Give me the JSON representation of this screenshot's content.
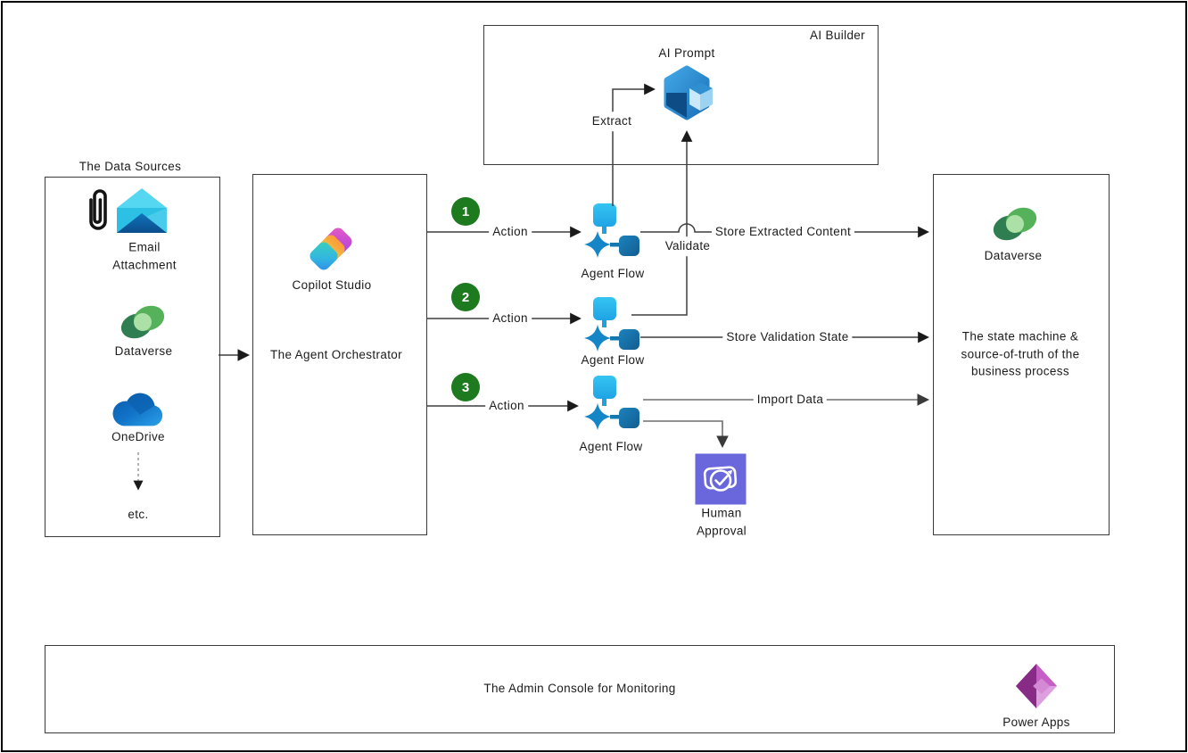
{
  "diagram": {
    "ai_builder": {
      "title": "AI Builder",
      "node_label": "AI Prompt"
    },
    "edge_labels": {
      "extract": "Extract",
      "validate": "Validate"
    },
    "data_sources": {
      "title": "The Data Sources",
      "items": [
        {
          "label": "Email Attachment",
          "icon": "email-attachment-icon"
        },
        {
          "label": "Dataverse",
          "icon": "dataverse-icon"
        },
        {
          "label": "OneDrive",
          "icon": "onedrive-icon"
        },
        {
          "label": "etc.",
          "icon": "ellipsis-arrow"
        }
      ]
    },
    "copilot": {
      "product": "Copilot Studio",
      "role": "The Agent Orchestrator",
      "icon": "copilot-studio-icon"
    },
    "flows": [
      {
        "badge": "1",
        "action": "Action",
        "node": "Agent Flow",
        "edge": "Store Extracted Content"
      },
      {
        "badge": "2",
        "action": "Action",
        "node": "Agent Flow",
        "edge": "Store Validation State"
      },
      {
        "badge": "3",
        "action": "Action",
        "node": "Agent Flow",
        "edge": "Import Data"
      }
    ],
    "human_approval": {
      "label": "Human Approval",
      "icon": "approvals-icon"
    },
    "dataverse_store": {
      "product": "Dataverse",
      "role": "The state machine & source-of-truth of the business process",
      "icon": "dataverse-icon"
    },
    "admin_console": {
      "title": "The Admin Console for Monitoring",
      "product": "Power Apps",
      "icon": "power-apps-icon"
    },
    "colors": {
      "badge_green": "#1E7A1E",
      "approval_purple": "#6A66DB",
      "power_apps_purple": "#872B87",
      "line_dark": "#3f3f3f",
      "line_gray": "#6e6e6e"
    }
  }
}
